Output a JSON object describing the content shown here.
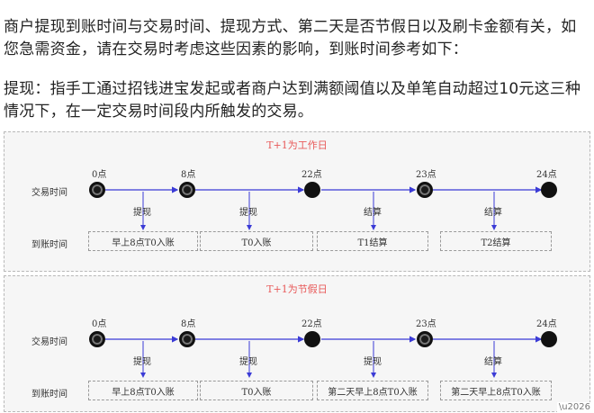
{
  "intro_line1": "商户提现到账时间与交易时间、提现方式、第二天是否节假日以及刷卡金额有关，如",
  "intro_line2": "您急需资金，请在交易时考虑这些因素的影响，到账时间参考如下：",
  "def_line1": "提现：指手工通过招钱进宝发起或者商户达到满额阈值以及单笔自动超过10元这三种",
  "def_line2": "情况下，在一定交易时间段内所触发的交易。",
  "diagrams": [
    {
      "title": "T+1为工作日",
      "row_trade": "交易时间",
      "row_arrive": "到账时间",
      "times": [
        "0点",
        "8点",
        "22点",
        "23点",
        "24点"
      ],
      "actions": [
        "提现",
        "提现",
        "结算",
        "结算"
      ],
      "results": [
        "早上8点T0入账",
        "T0入账",
        "T1结算",
        "T2结算"
      ]
    },
    {
      "title": "T+1为节假日",
      "row_trade": "交易时间",
      "row_arrive": "到账时间",
      "times": [
        "0点",
        "8点",
        "22点",
        "23点",
        "24点"
      ],
      "actions": [
        "提现",
        "提现",
        "提现",
        "结算"
      ],
      "results": [
        "早上8点T0入账",
        "T0入账",
        "第二天早上8点T0入账",
        "第二天早上8点T0入账"
      ]
    }
  ],
  "watermark": "\\u2026"
}
